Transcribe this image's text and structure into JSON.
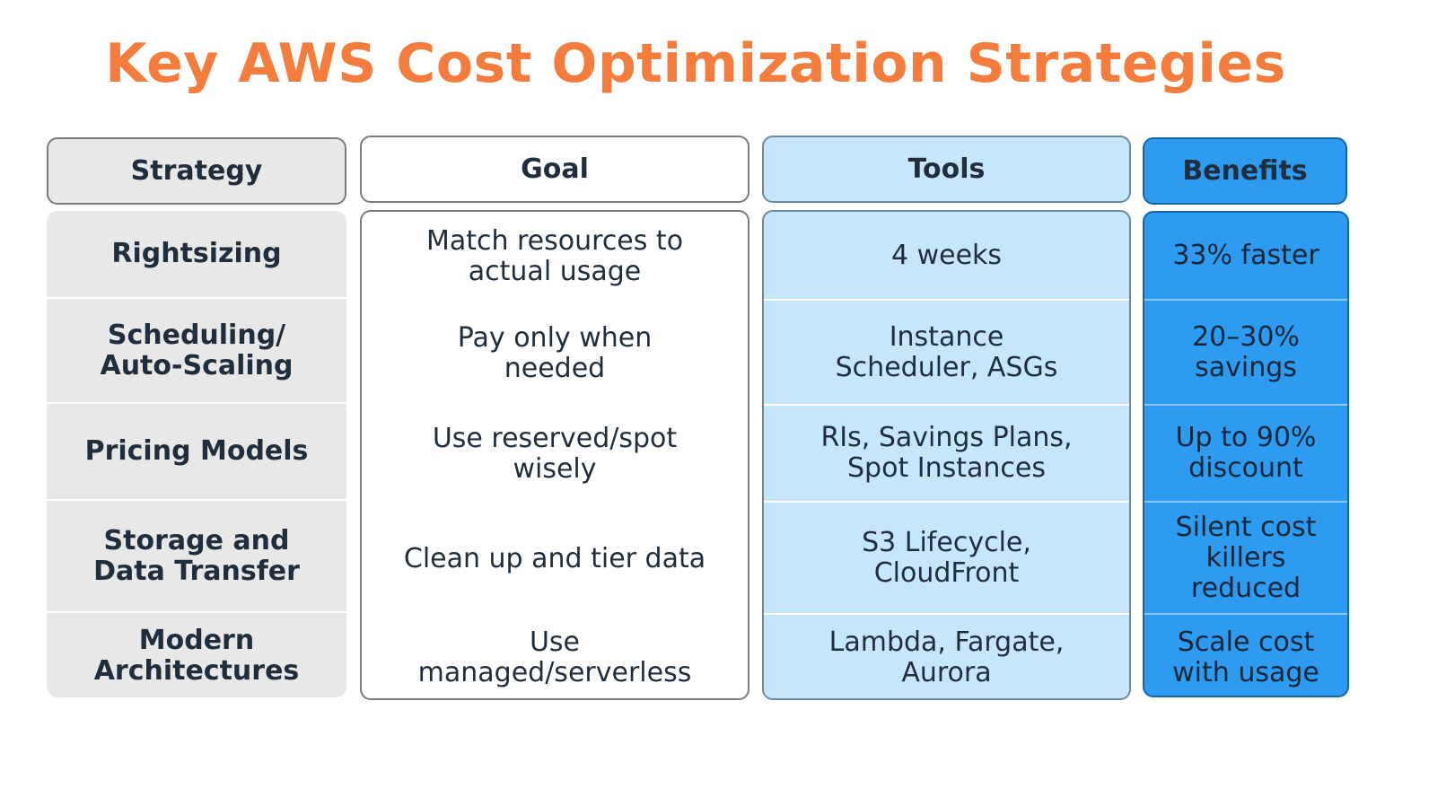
{
  "title": "Key AWS Cost Optimization Strategies",
  "columns": {
    "strategy": "Strategy",
    "goal": "Goal",
    "tools": "Tools",
    "benefits": "Benefits"
  },
  "rows": [
    {
      "strategy": [
        "Rightsizing"
      ],
      "goal": [
        "Match resources to",
        "actual usage"
      ],
      "tools": [
        "4 weeks"
      ],
      "benefits": [
        "33% faster"
      ]
    },
    {
      "strategy": [
        "Scheduling/",
        "Auto-Scaling"
      ],
      "goal": [
        "Pay only when",
        "needed"
      ],
      "tools": [
        "Instance",
        "Scheduler, ASGs"
      ],
      "benefits": [
        "20–30%",
        "savings"
      ]
    },
    {
      "strategy": [
        "Pricing Models"
      ],
      "goal": [
        "Use reserved/spot",
        "wisely"
      ],
      "tools": [
        "RIs, Savings Plans,",
        "Spot Instances"
      ],
      "benefits": [
        "Up to 90%",
        "discount"
      ]
    },
    {
      "strategy": [
        "Storage and",
        "Data Transfer"
      ],
      "goal": [
        "Clean up and tier data"
      ],
      "tools": [
        "S3 Lifecycle,",
        "CloudFront"
      ],
      "benefits": [
        "Silent cost",
        "killers",
        "reduced"
      ]
    },
    {
      "strategy": [
        "Modern",
        "Architectures"
      ],
      "goal": [
        "Use",
        "managed/serverless"
      ],
      "tools": [
        "Lambda, Fargate,",
        "Aurora"
      ],
      "benefits": [
        "Scale cost",
        "with usage"
      ]
    }
  ],
  "colors": {
    "title": "#f47c3c",
    "strategy_bg": "#e8e8e8",
    "goal_bg": "#ffffff",
    "tools_bg": "#c6e6fb",
    "benefits_bg": "#2d9bf0"
  }
}
